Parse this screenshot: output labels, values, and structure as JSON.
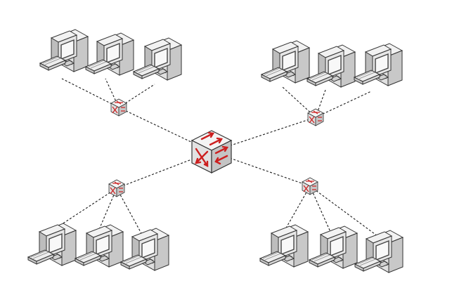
{
  "diagram": {
    "kind": "network-topology",
    "topology": "hierarchical-star",
    "line_style": "dashed",
    "line_color": "#1a1a1a",
    "switch_arrow_color": "#cc1f1f",
    "device_body_color": "#e6e6e6",
    "device_outline_color": "#333333",
    "screen_color": "#f4f4f4",
    "core": {
      "id": "core-switch",
      "icon": "core-switch-icon"
    },
    "access_switches": [
      {
        "id": "switch-top-left",
        "icon": "switch-icon",
        "computers": [
          "pc-tl-1",
          "pc-tl-2",
          "pc-tl-3"
        ]
      },
      {
        "id": "switch-top-right",
        "icon": "switch-icon",
        "computers": [
          "pc-tr-1",
          "pc-tr-2",
          "pc-tr-3"
        ]
      },
      {
        "id": "switch-bottom-left",
        "icon": "switch-icon",
        "computers": [
          "pc-bl-1",
          "pc-bl-2",
          "pc-bl-3"
        ]
      },
      {
        "id": "switch-bottom-right",
        "icon": "switch-icon",
        "computers": [
          "pc-br-1",
          "pc-br-2",
          "pc-br-3"
        ]
      }
    ],
    "computer_icon": "desktop-computer-icon"
  }
}
